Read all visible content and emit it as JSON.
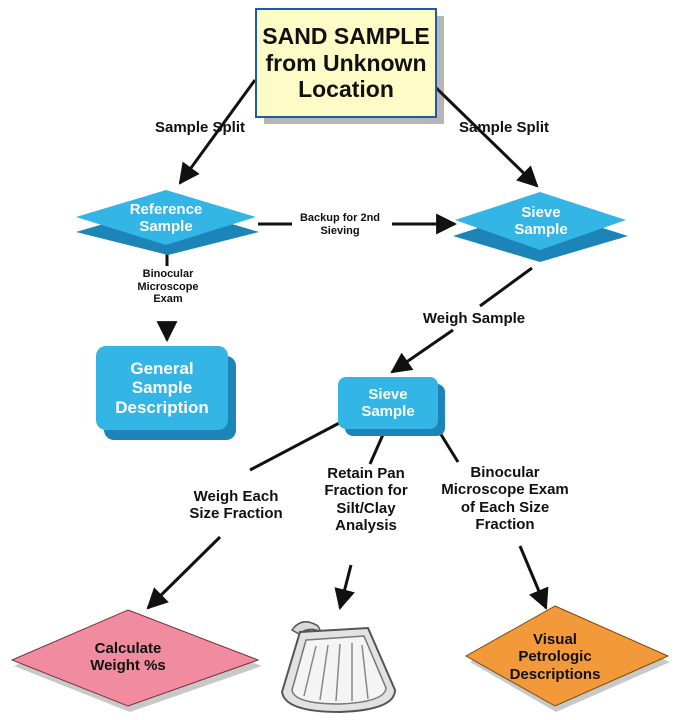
{
  "nodes": {
    "sand_sample": "SAND SAMPLE from Unknown Location",
    "reference_sample": "Reference Sample",
    "sieve_sample_top": "Sieve Sample",
    "general_description": "General Sample Description",
    "sieve_sample_mid": "Sieve Sample",
    "calculate_weight": "Calculate Weight %s",
    "visual_petrologic": "Visual Petrologic Descriptions"
  },
  "edges": {
    "split_left": "Sample Split",
    "split_right": "Sample Split",
    "backup": "Backup for 2nd Sieving",
    "binocular_exam": "Binocular Microscope Exam",
    "weigh_sample": "Weigh Sample",
    "weigh_each": "Weigh Each Size Fraction",
    "retain_pan": "Retain Pan Fraction for Silt/Clay Analysis",
    "binocular_each": "Binocular Microscope Exam of Each Size Fraction"
  },
  "icons": {
    "pan": "dustpan-icon"
  },
  "colors": {
    "blue": "#33b5e5",
    "blue_shadow": "#1d84b8",
    "title_fill": "#fdfcc7",
    "title_border": "#1e5aa8",
    "pink": "#f08ba0",
    "orange": "#f29a3a"
  }
}
